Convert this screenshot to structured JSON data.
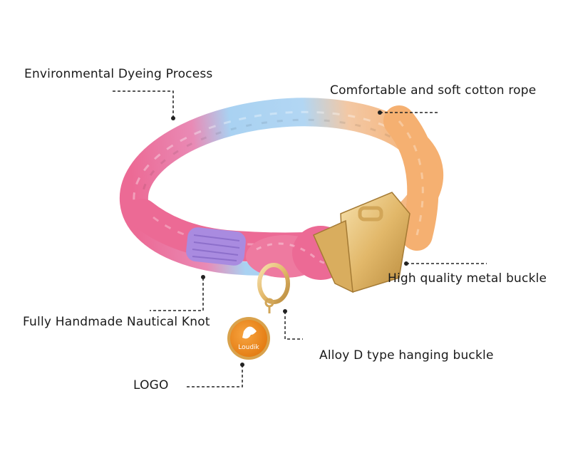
{
  "callouts": {
    "environmental_dyeing": "Environmental Dyeing Process",
    "cotton_rope": "Comfortable and soft cotton rope",
    "metal_buckle": "High quality metal buckle",
    "nautical_knot": "Fully Handmade Nautical Knot",
    "d_ring": "Alloy D type hanging buckle",
    "logo": "LOGO"
  },
  "tag": {
    "brand": "Loudik"
  },
  "colors": {
    "rope_blue": "#a9d2f2",
    "rope_pink": "#ec6a95",
    "rope_orange": "#f5b071",
    "wrap_purple": "#a98be0",
    "buckle_gold": "#e6c27a",
    "tag_orange": "#f08a1e"
  }
}
